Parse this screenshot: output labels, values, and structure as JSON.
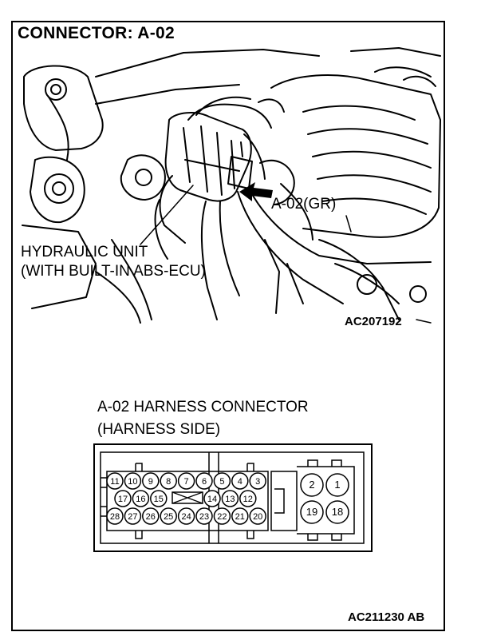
{
  "title": "CONNECTOR: A-02",
  "photo": {
    "connector_callout": "A-02(GR)",
    "unit_label_line1": "HYDRAULIC UNIT",
    "unit_label_line2": "(WITH BUILT-IN ABS-ECU)",
    "figure_id": "AC207192"
  },
  "connector": {
    "heading_line1": "A-02 HARNESS CONNECTOR",
    "heading_line2": "(HARNESS SIDE)",
    "row1_pins": [
      "11",
      "10",
      "9",
      "8",
      "7",
      "6",
      "5",
      "4",
      "3"
    ],
    "row2_left_pins": [
      "17",
      "16",
      "15"
    ],
    "row2_right_pins": [
      "14",
      "13",
      "12"
    ],
    "row3_pins": [
      "28",
      "27",
      "26",
      "25",
      "24",
      "23",
      "22",
      "21",
      "20"
    ],
    "big_pins_top": [
      "2",
      "1"
    ],
    "big_pins_bottom": [
      "19",
      "18"
    ],
    "figure_id": "AC211230 AB"
  }
}
